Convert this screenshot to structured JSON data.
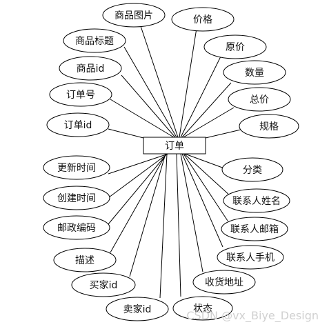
{
  "entity": {
    "label": "订单"
  },
  "attributes": [
    {
      "id": "product-image",
      "label": "商品图片"
    },
    {
      "id": "price",
      "label": "价格"
    },
    {
      "id": "product-title",
      "label": "商品标题"
    },
    {
      "id": "original-price",
      "label": "原价"
    },
    {
      "id": "product-id",
      "label": "商品id"
    },
    {
      "id": "quantity",
      "label": "数量"
    },
    {
      "id": "order-number",
      "label": "订单号"
    },
    {
      "id": "total-price",
      "label": "总价"
    },
    {
      "id": "order-id",
      "label": "订单id"
    },
    {
      "id": "spec",
      "label": "规格"
    },
    {
      "id": "update-time",
      "label": "更新时间"
    },
    {
      "id": "category",
      "label": "分类"
    },
    {
      "id": "create-time",
      "label": "创建时间"
    },
    {
      "id": "contact-name",
      "label": "联系人姓名"
    },
    {
      "id": "postal-code",
      "label": "邮政编码"
    },
    {
      "id": "contact-email",
      "label": "联系人邮箱"
    },
    {
      "id": "description",
      "label": "描述"
    },
    {
      "id": "contact-phone",
      "label": "联系人手机"
    },
    {
      "id": "buyer-id",
      "label": "买家id"
    },
    {
      "id": "shipping-address",
      "label": "收货地址"
    },
    {
      "id": "seller-id",
      "label": "卖家id"
    },
    {
      "id": "status",
      "label": "状态"
    }
  ],
  "watermark": "CSDN @vx_Biye_Design"
}
